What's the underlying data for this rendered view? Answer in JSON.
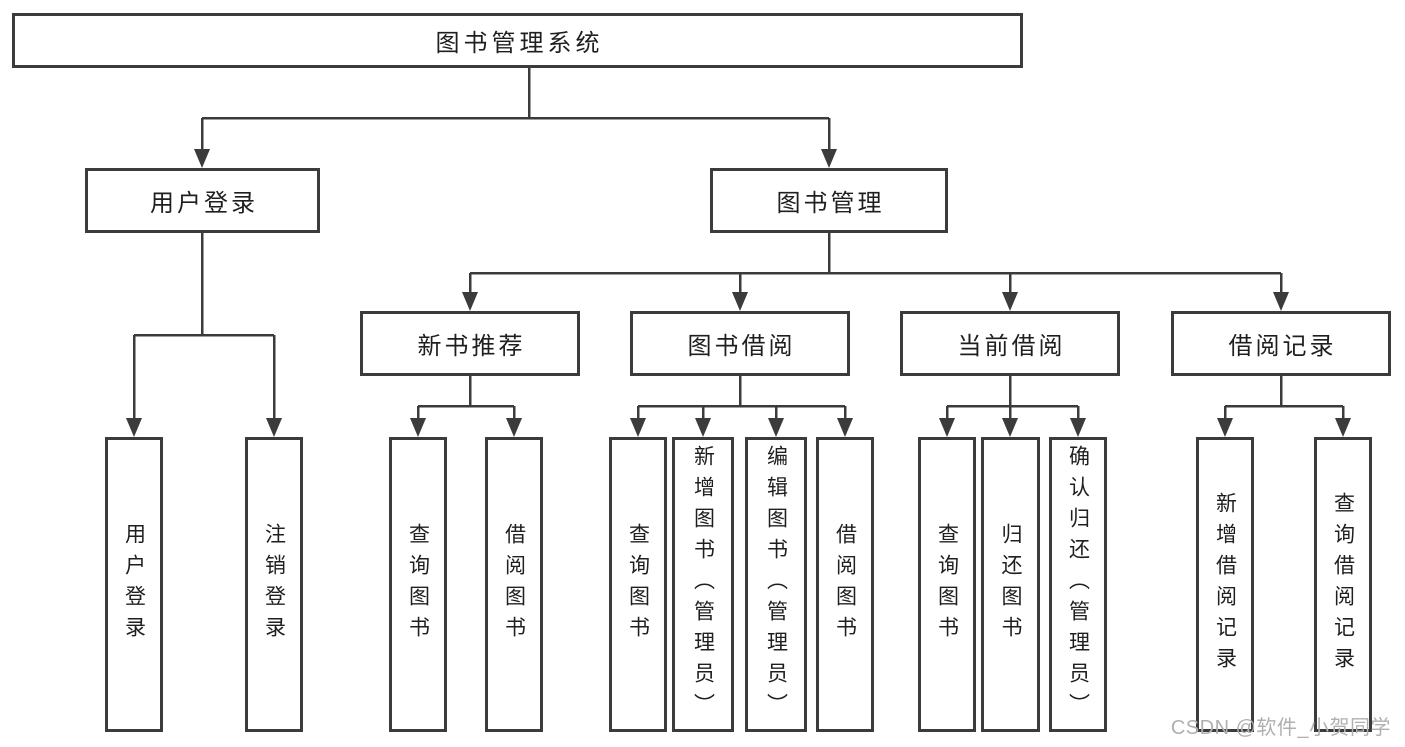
{
  "colors": {
    "line": "#3b3b3b",
    "box_border": "#3b3b3b",
    "text": "#1f1f1f",
    "watermark": "#b0b0b0",
    "background": "#ffffff"
  },
  "watermark": "CSDN @软件_小贺同学",
  "tree": {
    "label": "图书管理系统",
    "children": [
      {
        "label": "用户登录",
        "children": [
          {
            "label": "用户登录"
          },
          {
            "label": "注销登录"
          }
        ]
      },
      {
        "label": "图书管理",
        "children": [
          {
            "label": "新书推荐",
            "children": [
              {
                "label": "查询图书"
              },
              {
                "label": "借阅图书"
              }
            ]
          },
          {
            "label": "图书借阅",
            "children": [
              {
                "label": "查询图书"
              },
              {
                "label": "新增图书（管理员）"
              },
              {
                "label": "编辑图书（管理员）"
              },
              {
                "label": "借阅图书"
              }
            ]
          },
          {
            "label": "当前借阅",
            "children": [
              {
                "label": "查询图书"
              },
              {
                "label": "归还图书"
              },
              {
                "label": "确认归还（管理员）"
              }
            ]
          },
          {
            "label": "借阅记录",
            "children": [
              {
                "label": "新增借阅记录"
              },
              {
                "label": "查询借阅记录"
              }
            ]
          }
        ]
      }
    ]
  }
}
